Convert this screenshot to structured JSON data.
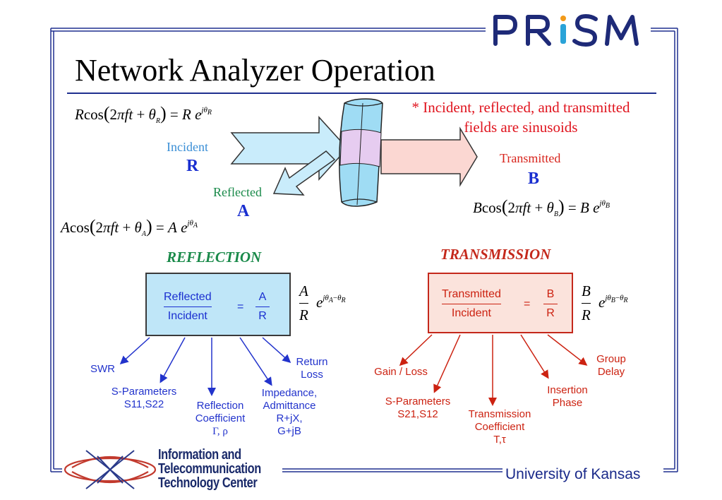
{
  "header": {
    "logo_text": "PRISM",
    "title": "Network Analyzer Operation"
  },
  "note": {
    "line1": "* Incident, reflected, and transmitted",
    "line2": "fields are sinusoids"
  },
  "waves": {
    "incident_label": "Incident",
    "incident_symbol": "R",
    "reflected_label": "Reflected",
    "reflected_symbol": "A",
    "transmitted_label": "Transmitted",
    "transmitted_symbol": "B"
  },
  "equations": {
    "r": {
      "amp": "R",
      "phase": "R"
    },
    "a": {
      "amp": "A",
      "phase": "A"
    },
    "b": {
      "amp": "B",
      "phase": "B"
    }
  },
  "reflection": {
    "heading": "REFLECTION",
    "numerator": "Reflected",
    "denominator": "Incident",
    "equals": "=",
    "ratio_num": "A",
    "ratio_den": "R",
    "items": {
      "swr": "SWR",
      "sparams_1": "S-Parameters",
      "sparams_2": "S11,S22",
      "coef_1": "Reflection",
      "coef_2": "Coefficient",
      "coef_3": "Γ, ρ",
      "imp_1": "Impedance,",
      "imp_2": "Admittance",
      "imp_3": "R+jX,",
      "imp_4": "G+jB",
      "rl_1": "Return",
      "rl_2": "Loss"
    }
  },
  "transmission": {
    "heading": "TRANSMISSION",
    "numerator": "Transmitted",
    "denominator": "Incident",
    "equals": "=",
    "ratio_num": "B",
    "ratio_den": "R",
    "items": {
      "gain": "Gain / Loss",
      "sparams_1": "S-Parameters",
      "sparams_2": "S21,S12",
      "coef_1": "Transmission",
      "coef_2": "Coefficient",
      "coef_3": "T,τ",
      "ins_1": "Insertion",
      "ins_2": "Phase",
      "gd_1": "Group",
      "gd_2": "Delay"
    }
  },
  "footer": {
    "ittc_line1": "Information and",
    "ittc_line2": "Telecommunication",
    "ittc_line3": "Technology Center",
    "university": "University of Kansas"
  },
  "colors": {
    "frame": "#1f2f8f",
    "title_rule": "#1f2f8f",
    "reflection_box": "#bfe6f8",
    "transmission_box": "#fbe3dc",
    "heading_green": "#1a8a4a",
    "heading_red": "#c4281b",
    "note_red": "#e0141e",
    "label_blue": "#2233cc",
    "label_red": "#cc2211"
  }
}
